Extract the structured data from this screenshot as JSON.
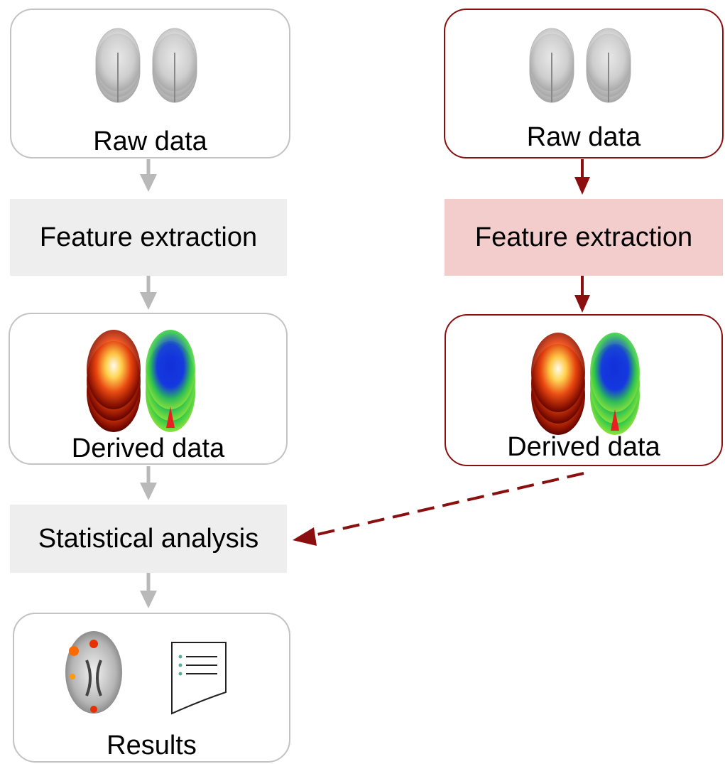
{
  "left_pipeline": {
    "raw": {
      "label": "Raw data",
      "icon": "raw-mri-brain-stack-icon"
    },
    "feature": {
      "label": "Feature extraction"
    },
    "derived": {
      "label": "Derived data",
      "icon": "derived-brain-maps-icon"
    },
    "stats": {
      "label": "Statistical analysis"
    },
    "results": {
      "label": "Results",
      "icons": [
        "activation-brain-map-icon",
        "report-document-icon"
      ]
    }
  },
  "right_pipeline": {
    "raw": {
      "label": "Raw data",
      "icon": "raw-mri-brain-stack-icon"
    },
    "feature": {
      "label": "Feature extraction"
    },
    "derived": {
      "label": "Derived data",
      "icon": "derived-brain-maps-icon"
    }
  },
  "colors": {
    "grey_border": "#c3c3c3",
    "grey_arrow": "#b9b9b9",
    "grey_step_fill": "#eeeeee",
    "red_border": "#8b0f0f",
    "red_step_fill": "#f3cccc"
  }
}
